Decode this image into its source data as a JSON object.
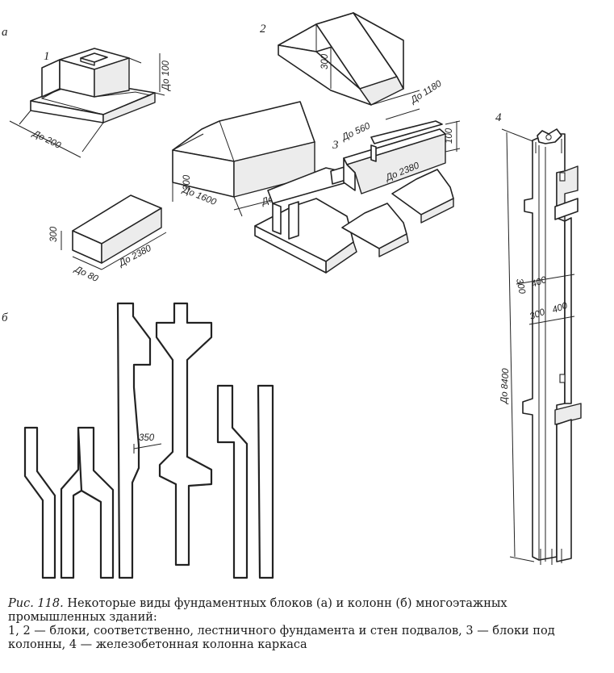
{
  "figure": {
    "panel_labels": {
      "a": "а",
      "b": "б"
    },
    "item_labels": {
      "one": "1",
      "two": "2",
      "three": "3",
      "four": "4"
    },
    "dimensions": {
      "do100": "До 100",
      "do200": "До 200",
      "d300_block2": "300",
      "do1180": "До 1180",
      "d300_block_mid": "300",
      "do1600": "До 1600",
      "do2380_mid": "До 2380",
      "do560": "До 560",
      "d100_block3": "100",
      "do2380_block3": "До 2380",
      "d300_small": "300",
      "do80": "До 80",
      "do2380_small": "До 2380",
      "d350": "350",
      "col_300_upper": "300",
      "col_400_upper": "400",
      "col_300_lower": "300",
      "col_400_lower": "400",
      "do8400": "До 8400"
    }
  },
  "caption": {
    "title": "Рис. 118.",
    "line1": "Некоторые виды фундаментных блоков (а) и колонн (б) многоэтажных промышленных зданий:",
    "line2": "1, 2 — блоки, соответственно, лестничного фундамента и стен подвалов, 3 — блоки под колонны, 4 — железобетонная колонна каркаса"
  }
}
